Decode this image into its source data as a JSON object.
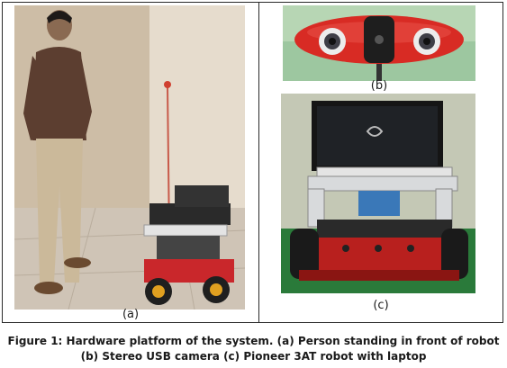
{
  "panels": [
    {
      "label": "(a)",
      "image_alt": "Person standing in front of robot"
    },
    {
      "label": "(b)",
      "image_alt": "Stereo USB camera"
    },
    {
      "label": "(c)",
      "image_alt": "Pioneer 3AT robot with laptop"
    }
  ],
  "caption": {
    "line1": "Figure 1: Hardware platform of the system. (a) Person standing in front of robot",
    "line2": "(b) Stereo USB camera (c) Pioneer 3AT robot with laptop"
  }
}
